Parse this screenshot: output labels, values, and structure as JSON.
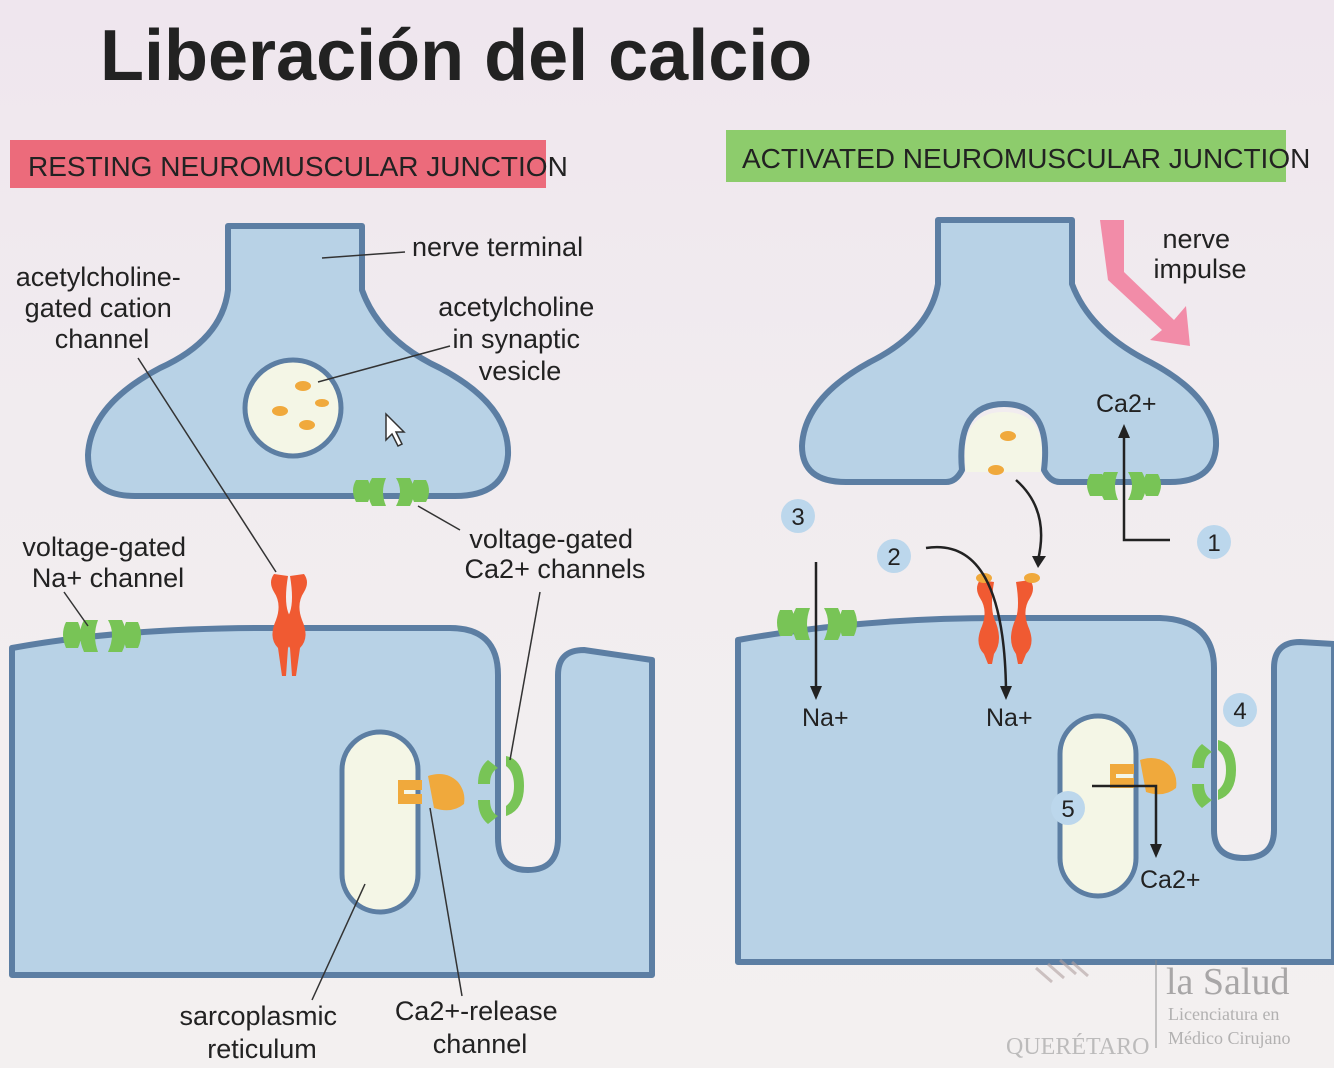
{
  "title": "Liberación del calcio",
  "panels": {
    "resting": {
      "header": "RESTING NEUROMUSCULAR JUNCTION",
      "labels": {
        "nerve_terminal": "nerve terminal",
        "ach_cation_channel": [
          "acetylcholine-",
          "gated cation",
          "channel"
        ],
        "ach_vesicle": [
          "acetylcholine",
          "in synaptic",
          "vesicle"
        ],
        "voltage_na": [
          "voltage-gated",
          "Na+ channel"
        ],
        "voltage_ca": [
          "voltage-gated",
          "Ca2+ channels"
        ],
        "sarcoplasmic": [
          "sarcoplasmic",
          "reticulum"
        ],
        "ca_release": [
          "Ca2+-release",
          "channel"
        ]
      }
    },
    "activated": {
      "header": "ACTIVATED NEUROMUSCULAR JUNCTION",
      "labels": {
        "nerve_impulse": [
          "nerve",
          "impulse"
        ],
        "ca_top": "Ca2+",
        "ca_bottom": "Ca2+",
        "na_left": "Na+",
        "na_mid": "Na+"
      },
      "steps": [
        "1",
        "2",
        "3",
        "4",
        "5"
      ]
    }
  },
  "watermark": {
    "line1": "la Salud",
    "line2": "Licenciatura en",
    "line3": "Médico Cirujano",
    "city": "QUERÉTARO"
  },
  "colors": {
    "membrane": "#b8d2e6",
    "membrane_edge": "#5c7ea3",
    "resting_header": "#ec6b7b",
    "activated_header": "#8dcc6c",
    "ach_channel": "#f05a32",
    "ca_channel": "#78c456",
    "release_channel": "#f0a93c",
    "impulse_arrow": "#f28ca8",
    "step_badge": "#bcd7ec"
  }
}
